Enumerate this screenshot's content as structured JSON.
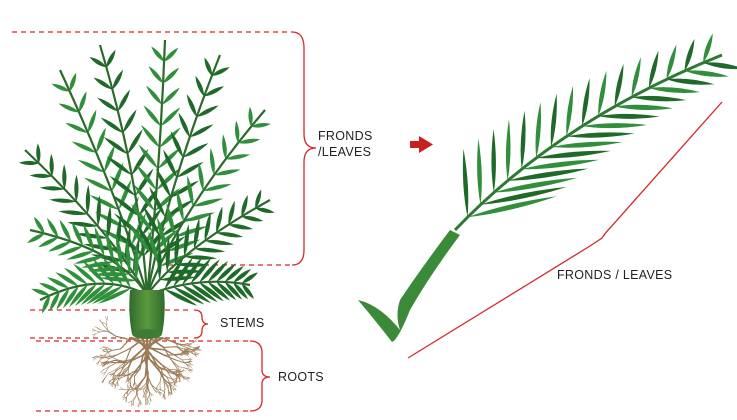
{
  "labels": {
    "fronds_line1": "FRONDS",
    "fronds_line2": "/LEAVES",
    "stems": "STEMS",
    "roots": "ROOTS",
    "frond_detail": "FRONDS / LEAVES"
  },
  "icons": {
    "pointer": "right-arrow-icon"
  },
  "colors": {
    "frond_green": "#2f8f3a",
    "frond_dark": "#1f6a28",
    "guide_red": "#d62828",
    "arrow_red": "#c8201e",
    "root_brown": "#9b7a55",
    "stem_green": "#3f7d36"
  }
}
